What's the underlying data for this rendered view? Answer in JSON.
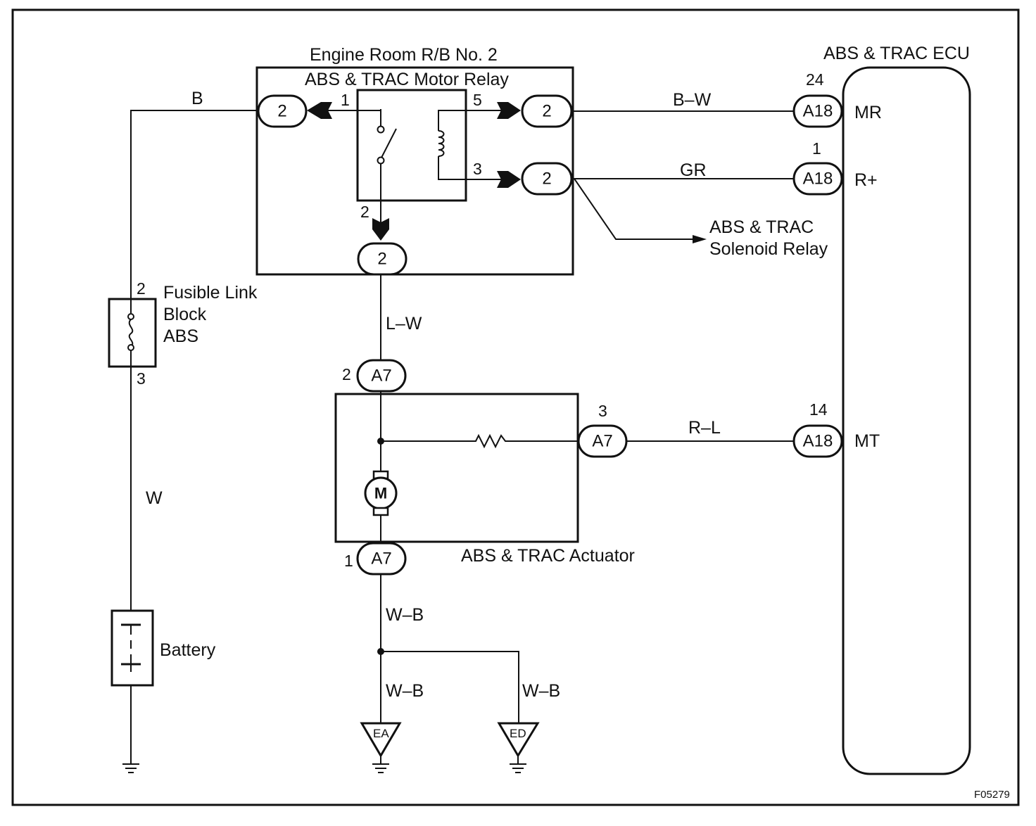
{
  "figure_code": "F05279",
  "components": {
    "relay_block": "Engine Room R/B No. 2",
    "motor_relay": "ABS & TRAC Motor Relay",
    "ecu": "ABS & TRAC ECU",
    "fusible_link": "Fusible Link",
    "fusible_link_block": "Block",
    "fusible_link_abs": "ABS",
    "battery": "Battery",
    "actuator": "ABS & TRAC Actuator",
    "solenoid_relay_line1": "ABS & TRAC",
    "solenoid_relay_line2": "Solenoid Relay",
    "motor": "M"
  },
  "wires": {
    "b": "B",
    "bw": "B–W",
    "gr": "GR",
    "lw": "L–W",
    "rl": "R–L",
    "w": "W",
    "wb_main": "W–B",
    "wb_ea": "W–B",
    "wb_ed": "W–B"
  },
  "connectors": {
    "rb_left": "2",
    "rb_mr": "2",
    "rb_rplus": "2",
    "rb_bottom": "2",
    "a18_mr": "A18",
    "a18_rplus": "A18",
    "a18_mt": "A18",
    "a7_top": "A7",
    "a7_right": "A7",
    "a7_bottom": "A7"
  },
  "pins": {
    "relay_1": "1",
    "relay_5": "5",
    "relay_3": "3",
    "relay_2": "2",
    "ecu_mr": "24",
    "ecu_rplus": "1",
    "ecu_mt": "14",
    "fl_in": "2",
    "fl_out": "3",
    "a7_top": "2",
    "a7_right": "3",
    "a7_bottom": "1"
  },
  "terminals": {
    "mr": "MR",
    "rplus": "R+",
    "mt": "MT"
  },
  "grounds": {
    "ea": "EA",
    "ed": "ED"
  }
}
